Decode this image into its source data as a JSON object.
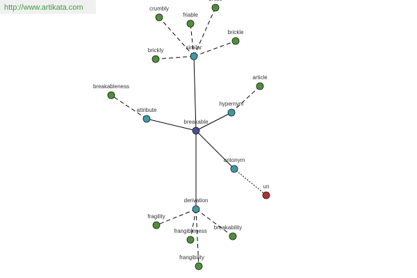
{
  "watermark": "http://www.artikata.com",
  "colors": {
    "center": "#4a4f9a",
    "relation": "#3f9aa6",
    "leaf": "#4f8f3c",
    "antonym_leaf": "#b33030",
    "edge": "#000000"
  },
  "nodes": [
    {
      "id": "breakable",
      "label": "breakable",
      "kind": "center"
    },
    {
      "id": "similar",
      "label": "similar",
      "kind": "relation"
    },
    {
      "id": "attribute",
      "label": "attribute",
      "kind": "relation"
    },
    {
      "id": "hypernym",
      "label": "hypernym",
      "kind": "relation"
    },
    {
      "id": "antonym",
      "label": "antonym",
      "kind": "relation"
    },
    {
      "id": "derivation",
      "label": "derivation",
      "kind": "relation"
    },
    {
      "id": "crumbly",
      "label": "crumbly",
      "kind": "leaf"
    },
    {
      "id": "friable",
      "label": "friable",
      "kind": "leaf"
    },
    {
      "id": "brittle",
      "label": "brittle",
      "kind": "leaf"
    },
    {
      "id": "brickle",
      "label": "brickle",
      "kind": "leaf"
    },
    {
      "id": "brickly",
      "label": "brickly",
      "kind": "leaf"
    },
    {
      "id": "breakableness",
      "label": "breakableness",
      "kind": "leaf"
    },
    {
      "id": "article",
      "label": "article",
      "kind": "leaf"
    },
    {
      "id": "un",
      "label": "un",
      "kind": "antonym_leaf"
    },
    {
      "id": "fragility",
      "label": "fragility",
      "kind": "leaf"
    },
    {
      "id": "frangibleness",
      "label": "frangibleness",
      "kind": "leaf"
    },
    {
      "id": "breakability",
      "label": "breakability",
      "kind": "leaf"
    },
    {
      "id": "frangibility",
      "label": "frangibility",
      "kind": "leaf"
    }
  ],
  "edges": [
    {
      "from": "breakable",
      "to": "similar",
      "style": "solid"
    },
    {
      "from": "breakable",
      "to": "attribute",
      "style": "solid"
    },
    {
      "from": "breakable",
      "to": "hypernym",
      "style": "solid"
    },
    {
      "from": "breakable",
      "to": "antonym",
      "style": "solid"
    },
    {
      "from": "breakable",
      "to": "derivation",
      "style": "solid"
    },
    {
      "from": "similar",
      "to": "crumbly",
      "style": "dashed"
    },
    {
      "from": "similar",
      "to": "friable",
      "style": "dashed"
    },
    {
      "from": "similar",
      "to": "brittle",
      "style": "dashed"
    },
    {
      "from": "similar",
      "to": "brickle",
      "style": "dashed"
    },
    {
      "from": "similar",
      "to": "brickly",
      "style": "dashed"
    },
    {
      "from": "attribute",
      "to": "breakableness",
      "style": "dashed"
    },
    {
      "from": "hypernym",
      "to": "article",
      "style": "dashed"
    },
    {
      "from": "antonym",
      "to": "un",
      "style": "dotted"
    },
    {
      "from": "derivation",
      "to": "fragility",
      "style": "dashed"
    },
    {
      "from": "derivation",
      "to": "frangibleness",
      "style": "dashed"
    },
    {
      "from": "derivation",
      "to": "breakability",
      "style": "dashed"
    },
    {
      "from": "derivation",
      "to": "frangibility",
      "style": "dashed"
    }
  ]
}
